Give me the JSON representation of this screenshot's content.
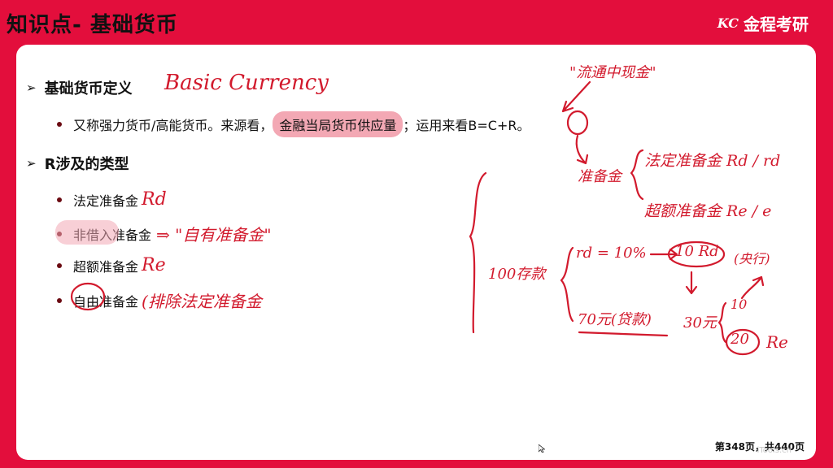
{
  "header": {
    "title": "知识点- 基础货币",
    "brand_logo": "KC",
    "brand_name": "金程考研"
  },
  "section1": {
    "heading": "基础货币定义",
    "handwritten_en": "Basic Currency",
    "bullet_prefix": "又称强力货币/高能货币。来源看，",
    "bullet_highlight": "金融当局货币供应量",
    "bullet_suffix": "；运用来看B=C+R。"
  },
  "section2": {
    "heading": "R涉及的类型",
    "items": [
      {
        "text": "法定准备金",
        "note": "Rd"
      },
      {
        "text": "非借入准备金",
        "note": "⇒ \"自有准备金\""
      },
      {
        "text": "超额准备金",
        "note": "Re"
      },
      {
        "text": "自由准备金",
        "note": "(排除法定准备金"
      }
    ]
  },
  "annotations": {
    "circulating_cash": "\"流通中现金\"",
    "reserve": "准备金",
    "legal_reserve": "法定准备金 Rd / rd",
    "excess_reserve": "超额准备金 Re / e",
    "deposits": "100存款",
    "rd_rate": "rd = 10%",
    "rd_amount": "10 Rd",
    "rd_note": "(央行)",
    "loan": "70元(贷款)",
    "thirty": "30元",
    "ten": "10",
    "twenty": "20",
    "re": "Re"
  },
  "footer": {
    "page": "第348页，共440页",
    "watermark": "iTools.cn"
  },
  "colors": {
    "frame": "#e30e3c",
    "ink": "#d21a2d",
    "highlight": "#f3a8b4"
  }
}
